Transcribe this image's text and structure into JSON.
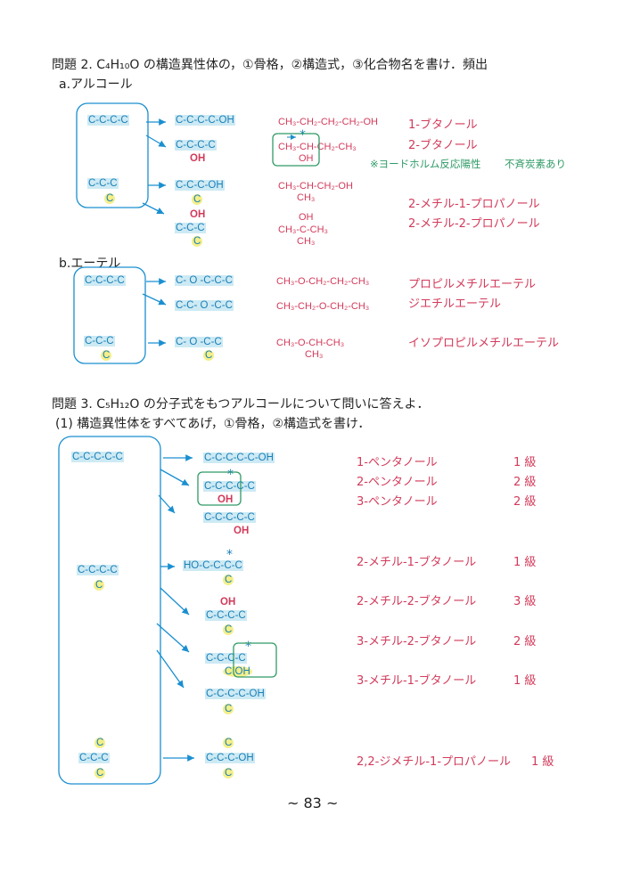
{
  "problem2": {
    "title": "問題 2. C₄H₁₀O の構造異性体の，①骨格，②構造式，③化合物名を書け．頻出",
    "alcohol": {
      "heading": "a.アルコール",
      "skeleton_rows": [
        "C-C-C-C",
        "C-C-C",
        "C"
      ],
      "isomers": [
        {
          "skel_main": "C-C-C-C-OH",
          "formula": "CH₃-CH₂-CH₂-CH₂-OH",
          "name": "1-ブタノール"
        },
        {
          "skel_main": "C-C-C-C",
          "skel_sub": "OH",
          "formula": "CH₃-CH-CH₂-CH₃",
          "formula_sub": "OH",
          "name": "2-ブタノール"
        },
        {
          "skel_main": "C-C-C-OH",
          "skel_sub": "C",
          "formula": "CH₃-CH-CH₂-OH",
          "formula_sub": "CH₃",
          "name": "2-メチル-1-プロパノール"
        },
        {
          "skel_top": "OH",
          "skel_main": "C-C-C",
          "skel_sub": "C",
          "formula_top": "OH",
          "formula": "CH₃-C-CH₃",
          "formula_sub": "CH₃",
          "name": "2-メチル-2-プロパノール"
        }
      ],
      "note_iodoform": "※ヨードホルム反応陽性",
      "note_asym": "不斉炭素あり"
    },
    "ether": {
      "heading": "b.エーテル",
      "skeleton_rows": [
        "C-C-C-C",
        "C-C-C",
        "C"
      ],
      "isomers": [
        {
          "skel": "C- O -C-C-C",
          "formula": "CH₃-O-CH₂-CH₂-CH₃",
          "name": "プロピルメチルエーテル"
        },
        {
          "skel": "C-C- O -C-C",
          "formula": "CH₃-CH₂-O-CH₂-CH₃",
          "name": "ジエチルエーテル"
        },
        {
          "skel": "C- O -C-C",
          "skel_sub": "C",
          "formula": "CH₃-O-CH-CH₃",
          "formula_sub": "CH₃",
          "name": "イソプロピルメチルエーテル"
        }
      ]
    }
  },
  "problem3": {
    "title": "問題 3. C₅H₁₂O の分子式をもつアルコールについて問いに答えよ．",
    "sub": "(1)  構造異性体をすべてあげ，①骨格，②構造式を書け．",
    "skeletons": [
      {
        "main": "C-C-C-C-C"
      },
      {
        "main": "C-C-C-C",
        "sub": "C"
      },
      {
        "top": "C",
        "main": "C-C-C",
        "sub": "C"
      }
    ],
    "isomers": [
      {
        "main": "C-C-C-C-C-OH",
        "name": "1-ペンタノール",
        "grade": "1 級"
      },
      {
        "main": "C-C-C-C-C",
        "sub": "OH",
        "name": "2-ペンタノール",
        "grade": "2 級"
      },
      {
        "main": "C-C-C-C-C",
        "sub": "OH",
        "name": "3-ペンタノール",
        "grade": "2 級"
      },
      {
        "main": "HO-C-C-C-C",
        "sub": "C",
        "name": "2-メチル-1-ブタノール",
        "grade": "1 級"
      },
      {
        "top": "OH",
        "main": "C-C-C-C",
        "sub": "C",
        "name": "2-メチル-2-ブタノール",
        "grade": "3 級"
      },
      {
        "main": "C-C-C-C",
        "sub": "C  OH",
        "name": "3-メチル-2-ブタノール",
        "grade": "2 級"
      },
      {
        "main": "C-C-C-C-OH",
        "sub": "C",
        "name": "3-メチル-1-ブタノール",
        "grade": "1 級"
      },
      {
        "top": "C",
        "main": "C-C-C-OH",
        "sub": "C",
        "name": "2,2-ジメチル-1-プロパノール",
        "grade": "1 級"
      }
    ],
    "star": "*"
  },
  "page_number": "~ 83 ~"
}
